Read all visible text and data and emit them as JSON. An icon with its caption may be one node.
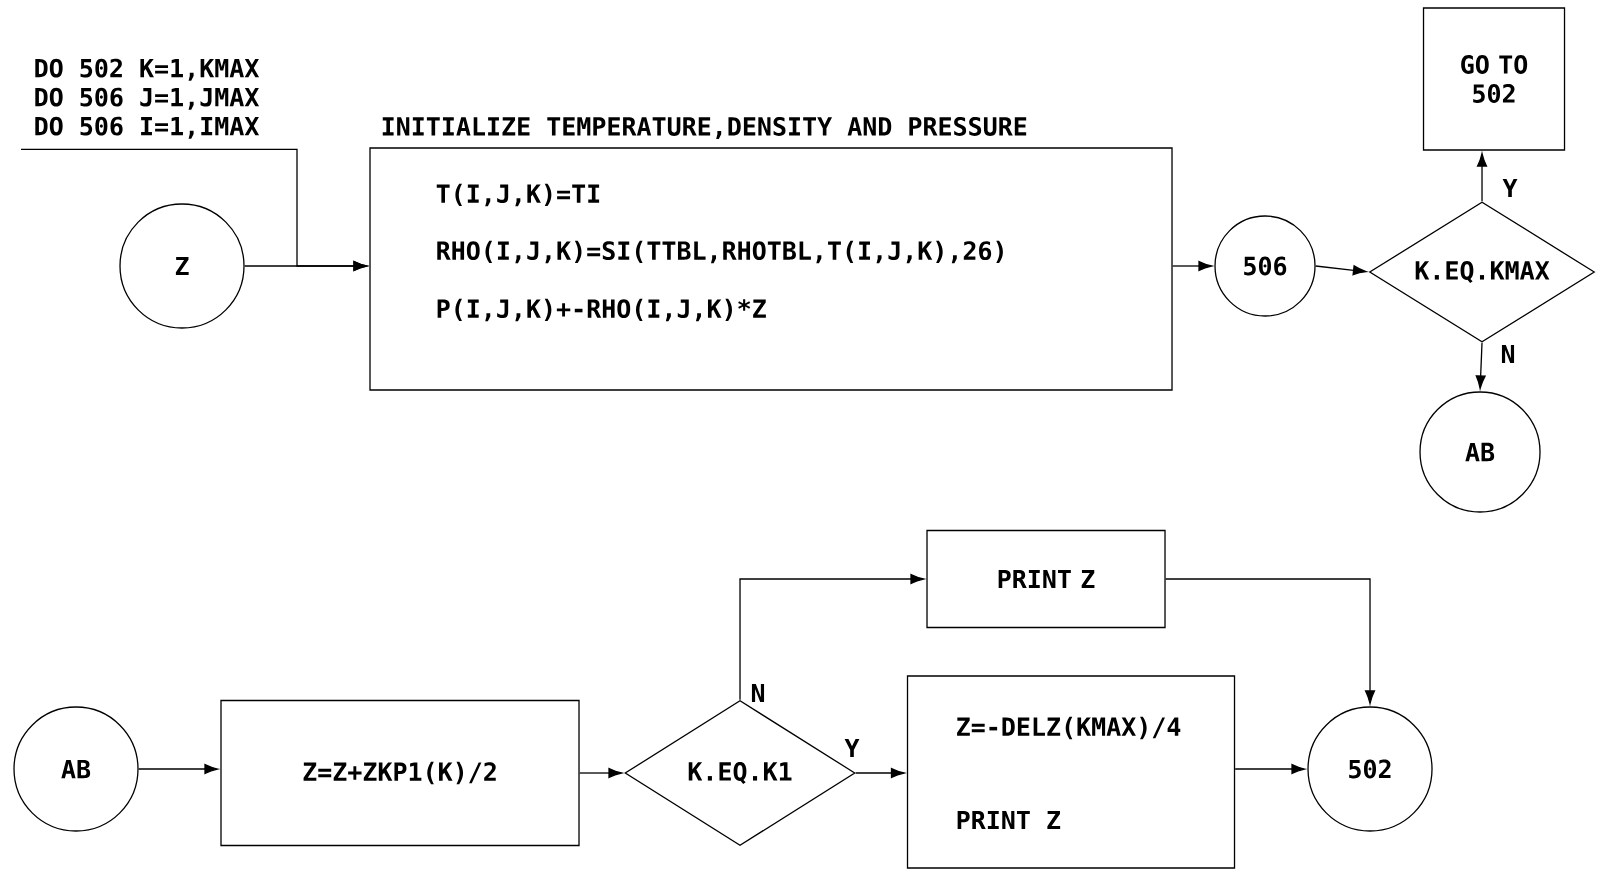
{
  "diagram": {
    "nodes": [
      {
        "text": [
          "Z"
        ]
      },
      {
        "text": [
          "DO 502 K=1,KMAX",
          "DO 506 J=1,JMAX",
          "DO 506 I=1,IMAX"
        ]
      },
      {
        "text": [
          "INITIALIZE TEMPERATURE,DENSITY AND PRESSURE",
          "T(I,J,K)=TI",
          "RHO(I,J,K)=SI(TTBL,RHOTBL,T(I,J,K),26)",
          "P(I,J,K)+-RHO(I,J,K)*Z"
        ]
      },
      {
        "text": [
          "506"
        ]
      },
      {
        "text": [
          "K.EQ.KMAX"
        ]
      },
      {
        "text": [
          "GO TO 502"
        ]
      },
      {
        "text": [
          "AB"
        ]
      },
      {
        "text": [
          "AB"
        ]
      },
      {
        "text": [
          "Z=Z+ZKP1(K)/2"
        ]
      },
      {
        "text": [
          "K.EQ.K1"
        ]
      },
      {
        "text": [
          "PRINT Z"
        ]
      },
      {
        "text": [
          "Z=-DELZ(KMAX)/4",
          "PRINT Z"
        ]
      },
      {
        "text": [
          "502"
        ]
      }
    ],
    "edges": [
      {
        "from": 0,
        "to": 2,
        "arrow": "to"
      },
      {
        "from": 1,
        "to": 2,
        "arrow": "to"
      },
      {
        "from": 2,
        "to": 3,
        "arrow": "to"
      },
      {
        "from": 3,
        "to": 4,
        "arrow": "to"
      },
      {
        "from": 4,
        "to": 5,
        "arrow": "to",
        "label": "Y"
      },
      {
        "from": 4,
        "to": 6,
        "arrow": "to",
        "label": "N"
      },
      {
        "from": 7,
        "to": 8,
        "arrow": "to"
      },
      {
        "from": 8,
        "to": 9,
        "arrow": "to"
      },
      {
        "from": 9,
        "to": 10,
        "arrow": "to",
        "label": "N"
      },
      {
        "from": 9,
        "to": 11,
        "arrow": "to",
        "label": "Y"
      },
      {
        "from": 10,
        "to": 12,
        "arrow": "to"
      },
      {
        "from": 11,
        "to": 12,
        "arrow": "to"
      }
    ]
  }
}
